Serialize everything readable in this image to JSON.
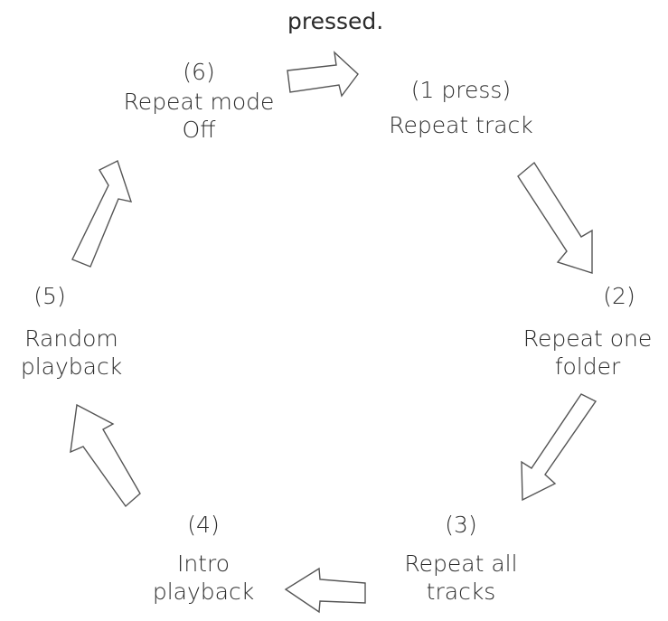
{
  "caption": "pressed.",
  "steps": [
    {
      "number": "(1 press)",
      "line1": "Repeat track",
      "line2": ""
    },
    {
      "number": "(2)",
      "line1": "Repeat one",
      "line2": "folder"
    },
    {
      "number": "(3)",
      "line1": "Repeat all",
      "line2": "tracks"
    },
    {
      "number": "(4)",
      "line1": "Intro",
      "line2": "playback"
    },
    {
      "number": "(5)",
      "line1": "Random",
      "line2": "playback"
    },
    {
      "number": "(6)",
      "line1": "Repeat mode",
      "line2": "Off"
    }
  ],
  "colors": {
    "text": "#2b2b2b",
    "arrow_fill": "#ffffff",
    "arrow_outline": "#555555"
  },
  "arrow_style": "hollow block arrows, clockwise cycle"
}
